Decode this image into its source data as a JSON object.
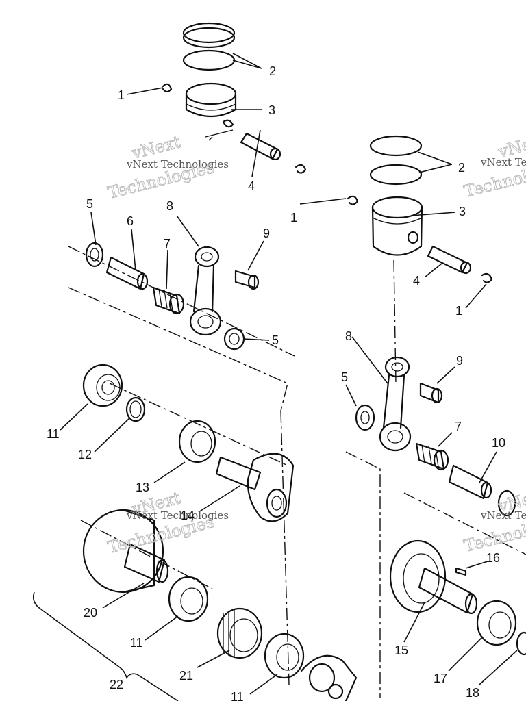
{
  "watermark": {
    "brand_line": "vNext Technologies",
    "brand_big": "Technologies",
    "brand_top": "vNext"
  },
  "callouts": {
    "c1": "1",
    "c2": "2",
    "c3": "3",
    "c4": "4",
    "c5": "5",
    "c6": "6",
    "c7": "7",
    "c8": "8",
    "c9": "9",
    "c10": "10",
    "c11": "11",
    "c12": "12",
    "c13": "13",
    "c14": "14",
    "c15": "15",
    "c16": "16",
    "c17": "17",
    "c18": "18",
    "c20": "20",
    "c21": "21",
    "c22": "22"
  }
}
